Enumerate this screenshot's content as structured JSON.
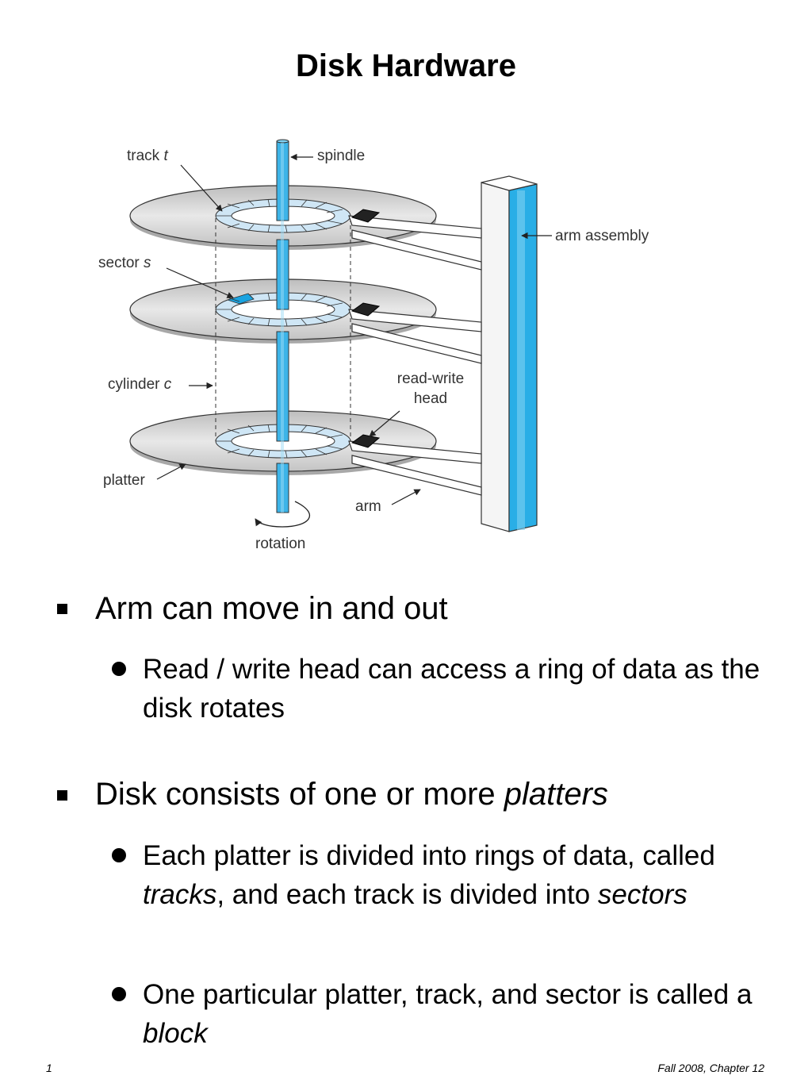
{
  "slide": {
    "title": "Disk Hardware",
    "page_number": "1",
    "footer": "Fall 2008, Chapter 12"
  },
  "diagram": {
    "labels": {
      "track": "track",
      "track_var": "t",
      "spindle": "spindle",
      "arm_assembly": "arm assembly",
      "sector": "sector",
      "sector_var": "s",
      "cylinder": "cylinder",
      "cylinder_var": "c",
      "read_write_1": "read-write",
      "read_write_2": "head",
      "platter": "platter",
      "arm": "arm",
      "rotation": "rotation"
    },
    "colors": {
      "spindle": "#3db4e8",
      "track": "#cfe6f5",
      "sector": "#1aa3e0",
      "platter": "#d9d9d9",
      "head": "#222222"
    }
  },
  "bullets": [
    {
      "text": "Arm can move in and out",
      "sub": [
        {
          "text": "Read / write head can access a ring of data as the disk rotates"
        }
      ]
    },
    {
      "text_before": "Disk consists of one or more ",
      "text_em": "platters",
      "sub": [
        {
          "p1": "Each platter is divided into rings of data, called ",
          "em1": "tracks",
          "p2": ", and each track is divided into ",
          "em2": "sectors"
        },
        {
          "p1": "One particular platter, track, and sector is called a ",
          "em1": "block"
        }
      ]
    }
  ]
}
